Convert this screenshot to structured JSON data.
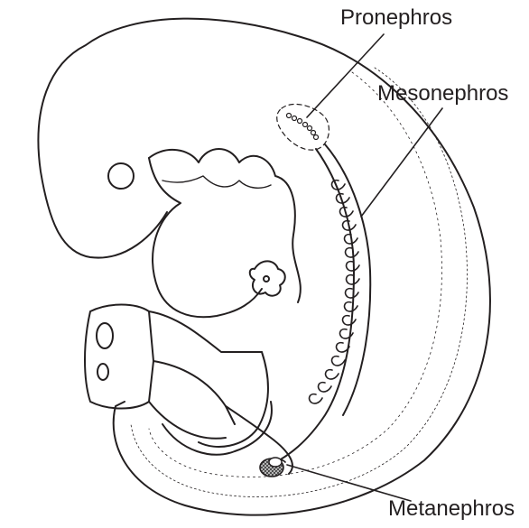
{
  "labels": {
    "pronephros": "Pronephros",
    "mesonephros": "Mesonephros",
    "metanephros": "Metanephros"
  },
  "colors": {
    "stroke": "#231f20",
    "background": "#ffffff",
    "metanephros_fill": "#9a9a9a"
  }
}
